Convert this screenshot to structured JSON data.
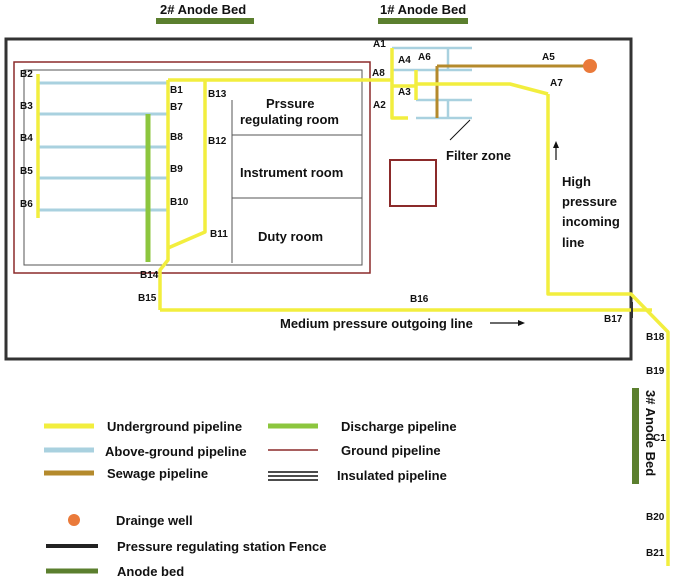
{
  "colors": {
    "underground": "#f2ee3e",
    "above_ground": "#a9d1df",
    "sewage": "#b48a2c",
    "discharge": "#8cc63e",
    "ground": "#8b2a2a",
    "fence": "#333333",
    "anode_bed": "#5b7f2e",
    "drainage_well": "#ea7a3a"
  },
  "anode_beds": {
    "bed2": "2# Anode Bed",
    "bed1": "1# Anode Bed",
    "bed3": "3# Anode Bed"
  },
  "rooms": {
    "pressure_line1": "Prssure",
    "pressure_line2": "regulating room",
    "instrument": "Instrument room",
    "duty": "Duty room"
  },
  "annotations": {
    "filter_zone": "Filter zone",
    "high_pressure_1": "High",
    "high_pressure_2": "pressure",
    "high_pressure_3": "incoming",
    "high_pressure_4": "line",
    "medium_pressure": "Medium pressure outgoing line"
  },
  "points": {
    "A1": "A1",
    "A2": "A2",
    "A3": "A3",
    "A4": "A4",
    "A5": "A5",
    "A6": "A6",
    "A7": "A7",
    "A8": "A8",
    "B1": "B1",
    "B2": "B2",
    "B3": "B3",
    "B4": "B4",
    "B5": "B5",
    "B6": "B6",
    "B7": "B7",
    "B8": "B8",
    "B9": "B9",
    "B10": "B10",
    "B11": "B11",
    "B12": "B12",
    "B13": "B13",
    "B14": "B14",
    "B15": "B15",
    "B16": "B16",
    "B17": "B17",
    "B18": "B18",
    "B19": "B19",
    "B20": "B20",
    "B21": "B21",
    "C1": "C1"
  },
  "legend": {
    "underground": "Underground pipeline",
    "above_ground": "Above-ground pipeline",
    "sewage": "Sewage pipeline",
    "discharge": "Discharge pipeline",
    "ground": "Ground pipeline",
    "insulated": "Insulated pipeline",
    "drainage_well": "Drainge well",
    "fence": "Pressure regulating station Fence",
    "anode_bed": "Anode bed"
  }
}
